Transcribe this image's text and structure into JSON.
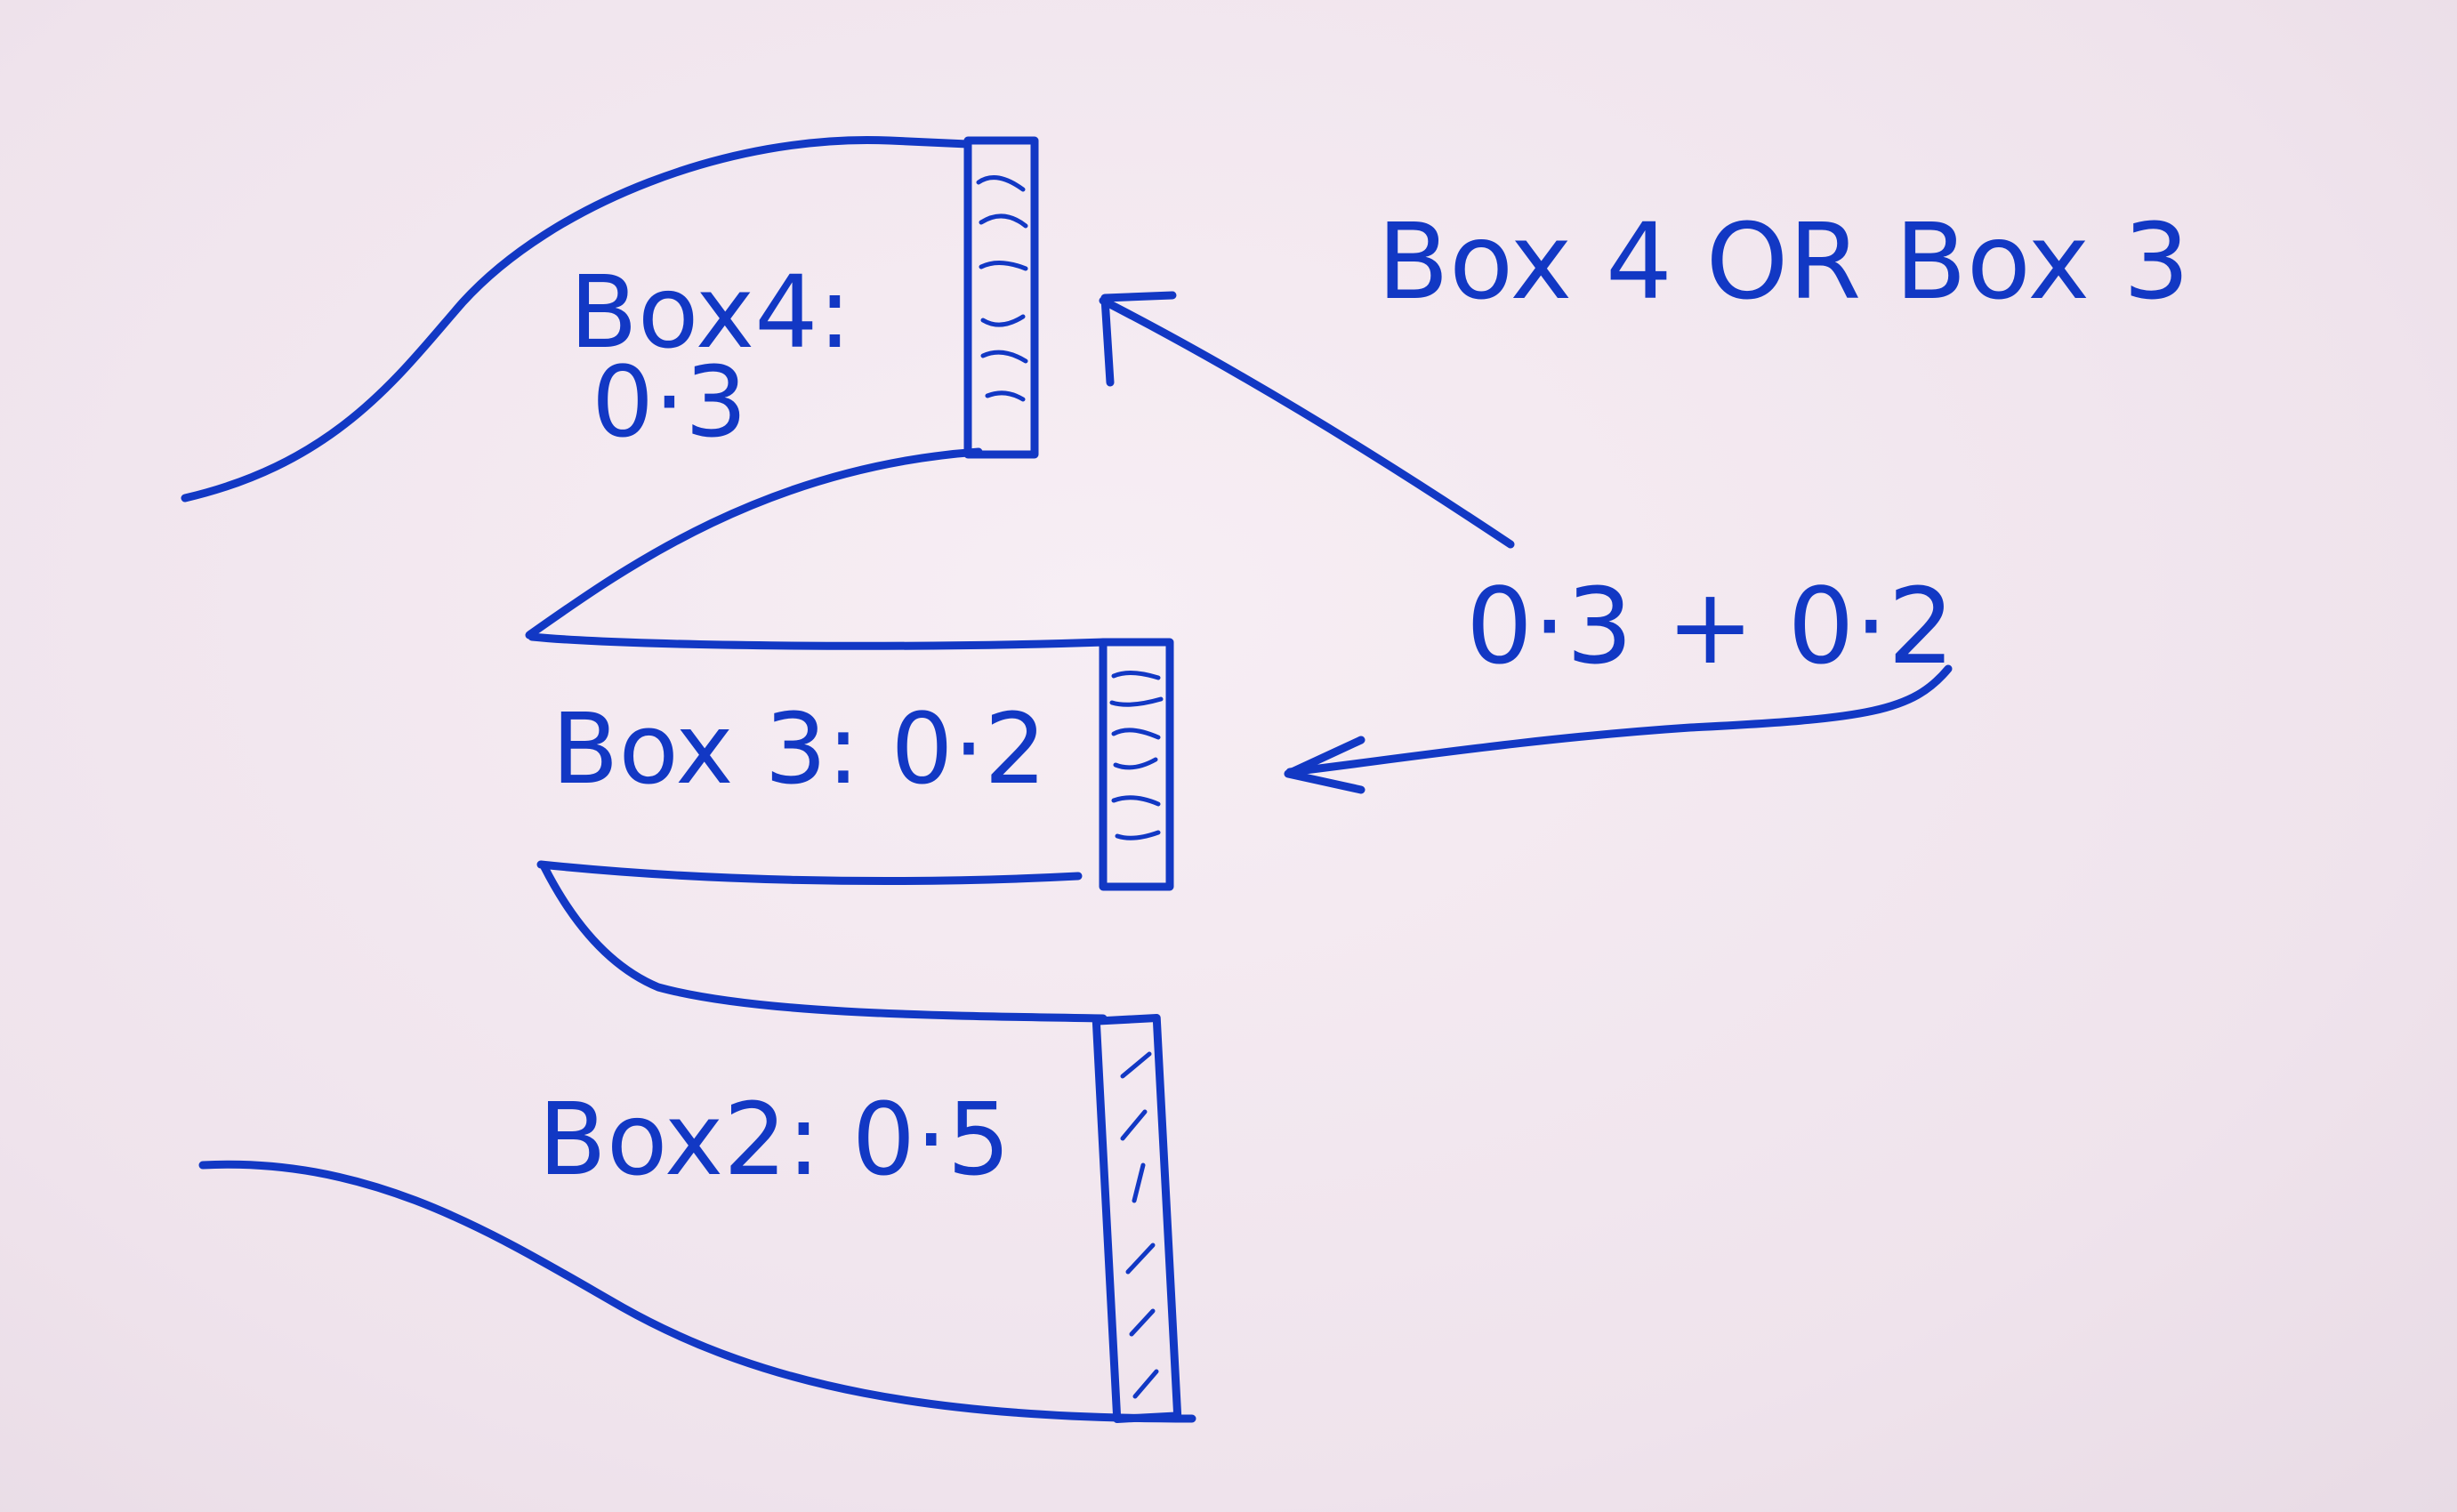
{
  "colors": {
    "ink": "#1238c4",
    "paper": "#f1e6ee"
  },
  "diagram": {
    "box4": {
      "name": "Box4:",
      "value": "0·3"
    },
    "box3": {
      "label": "Box 3: 0·2"
    },
    "box2": {
      "label": "Box2: 0·5"
    },
    "choice": {
      "text": "Box 4 OR Box 3"
    },
    "sum": {
      "text": "0·3 + 0·2"
    }
  }
}
